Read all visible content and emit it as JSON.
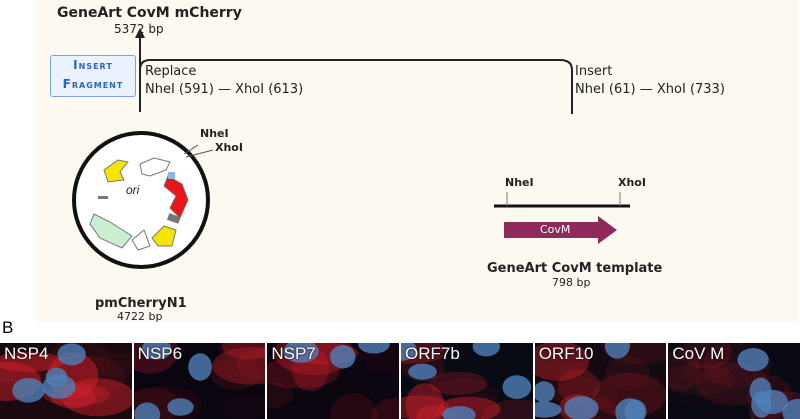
{
  "panel_a": {
    "product": {
      "name": "GeneArt CovM mCherry",
      "size": "5372 bp"
    },
    "insert_fragment": {
      "line1": "Insert",
      "line2": "Fragment"
    },
    "replace": {
      "title": "Replace",
      "sites": "NheI (591)  —  XhoI (613)"
    },
    "insert": {
      "title": "Insert",
      "sites": "NheI (61)  —  XhoI (733)"
    },
    "vector": {
      "name": "pmCherryN1",
      "size": "4722 bp",
      "site1": "NheI",
      "site2": "XhoI",
      "ori": "ori"
    },
    "template": {
      "name": "GeneArt CovM template",
      "size": "798 bp",
      "site1": "NheI",
      "site2": "XhoI",
      "gene": "CovM"
    },
    "colors": {
      "plasmid_yellow": "#f5e400",
      "plasmid_red": "#e8151b",
      "plasmid_green": "#c9efd0",
      "covm_arrow": "#8e2a5c",
      "insert_blue": "#2a63c7"
    }
  },
  "panel_b": {
    "label": "B",
    "tiles": [
      "NSP4",
      "NSP6",
      "NSP7",
      "ORF7b",
      "ORF10",
      "CoV M"
    ]
  }
}
